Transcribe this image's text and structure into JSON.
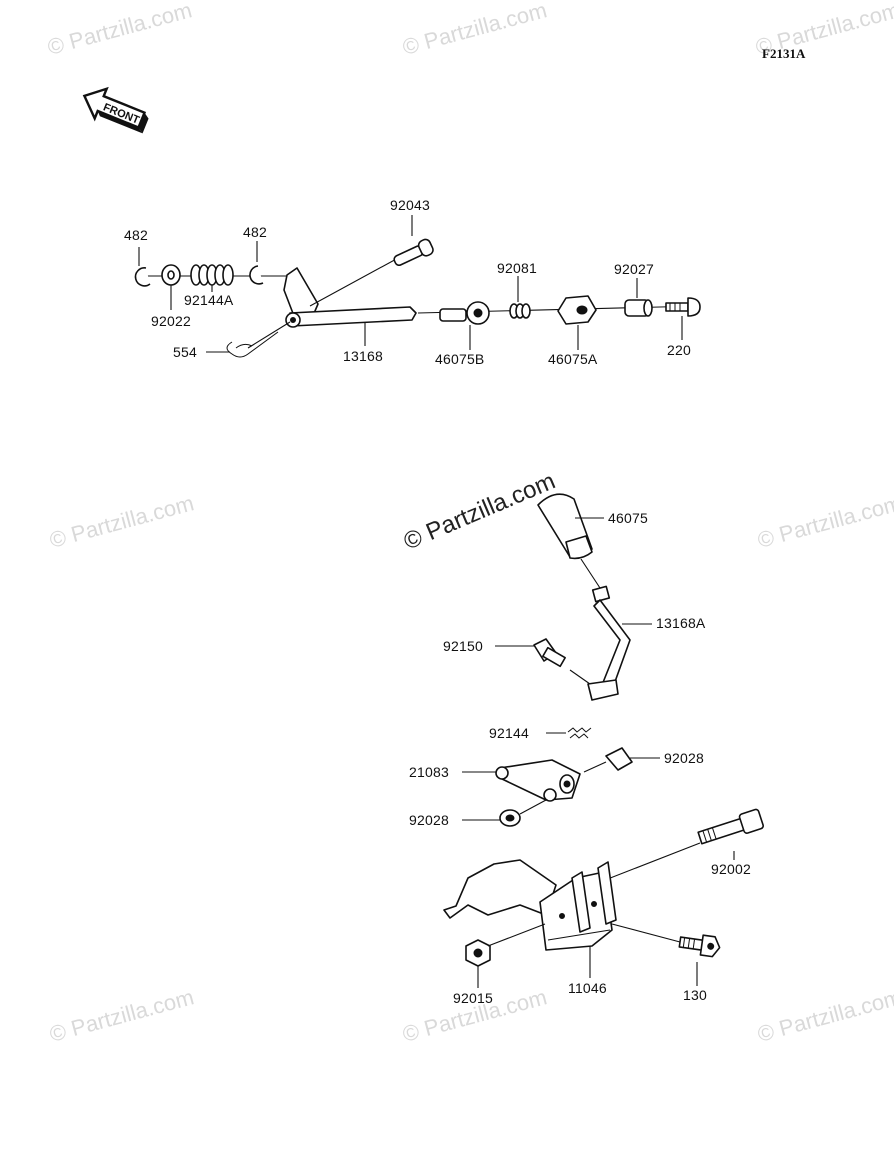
{
  "diagram_code": "F2131A",
  "front_arrow": {
    "text": "FRONT",
    "icon": "front-arrow-icon"
  },
  "watermark": {
    "text": "© Partzilla.com"
  },
  "parts": {
    "p482_left": "482",
    "p482_right": "482",
    "p92022": "92022",
    "p92144A": "92144A",
    "p92043": "92043",
    "p554": "554",
    "p13168": "13168",
    "p46075B": "46075B",
    "p92081": "92081",
    "p46075A": "46075A",
    "p92027": "92027",
    "p220": "220",
    "p46075": "46075",
    "p13168A": "13168A",
    "p92150": "92150",
    "p92144": "92144",
    "p92028_right": "92028",
    "p21083": "21083",
    "p92028_left": "92028",
    "p92002": "92002",
    "p92015": "92015",
    "p11046": "11046",
    "p130": "130"
  }
}
